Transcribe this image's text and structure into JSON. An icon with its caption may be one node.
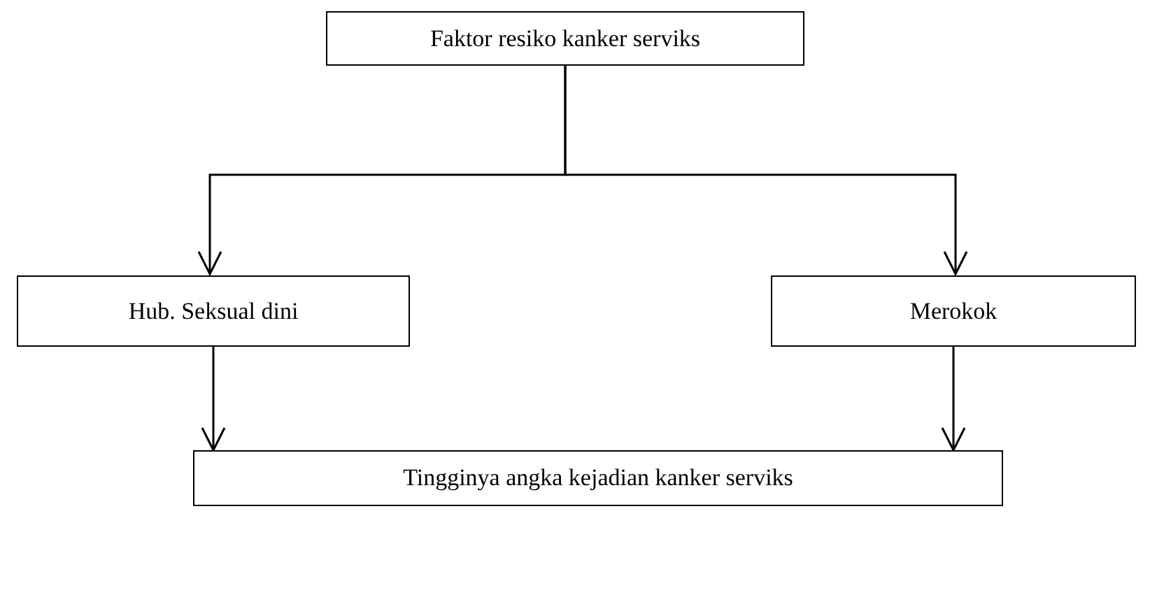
{
  "diagram": {
    "nodes": [
      {
        "text": [
          "Faktor resiko kanker serviks"
        ]
      },
      {
        "text": [
          "Hub. Seksual dini"
        ]
      },
      {
        "text": [
          "Merokok"
        ]
      },
      {
        "text": [
          "Tingginya angka kejadian kanker serviks"
        ]
      }
    ],
    "edges": [
      {
        "from": 0,
        "to": 1,
        "arrow": "to"
      },
      {
        "from": 0,
        "to": 2,
        "arrow": "to"
      },
      {
        "from": 1,
        "to": 3,
        "arrow": "to"
      },
      {
        "from": 2,
        "to": 3,
        "arrow": "to"
      }
    ]
  }
}
